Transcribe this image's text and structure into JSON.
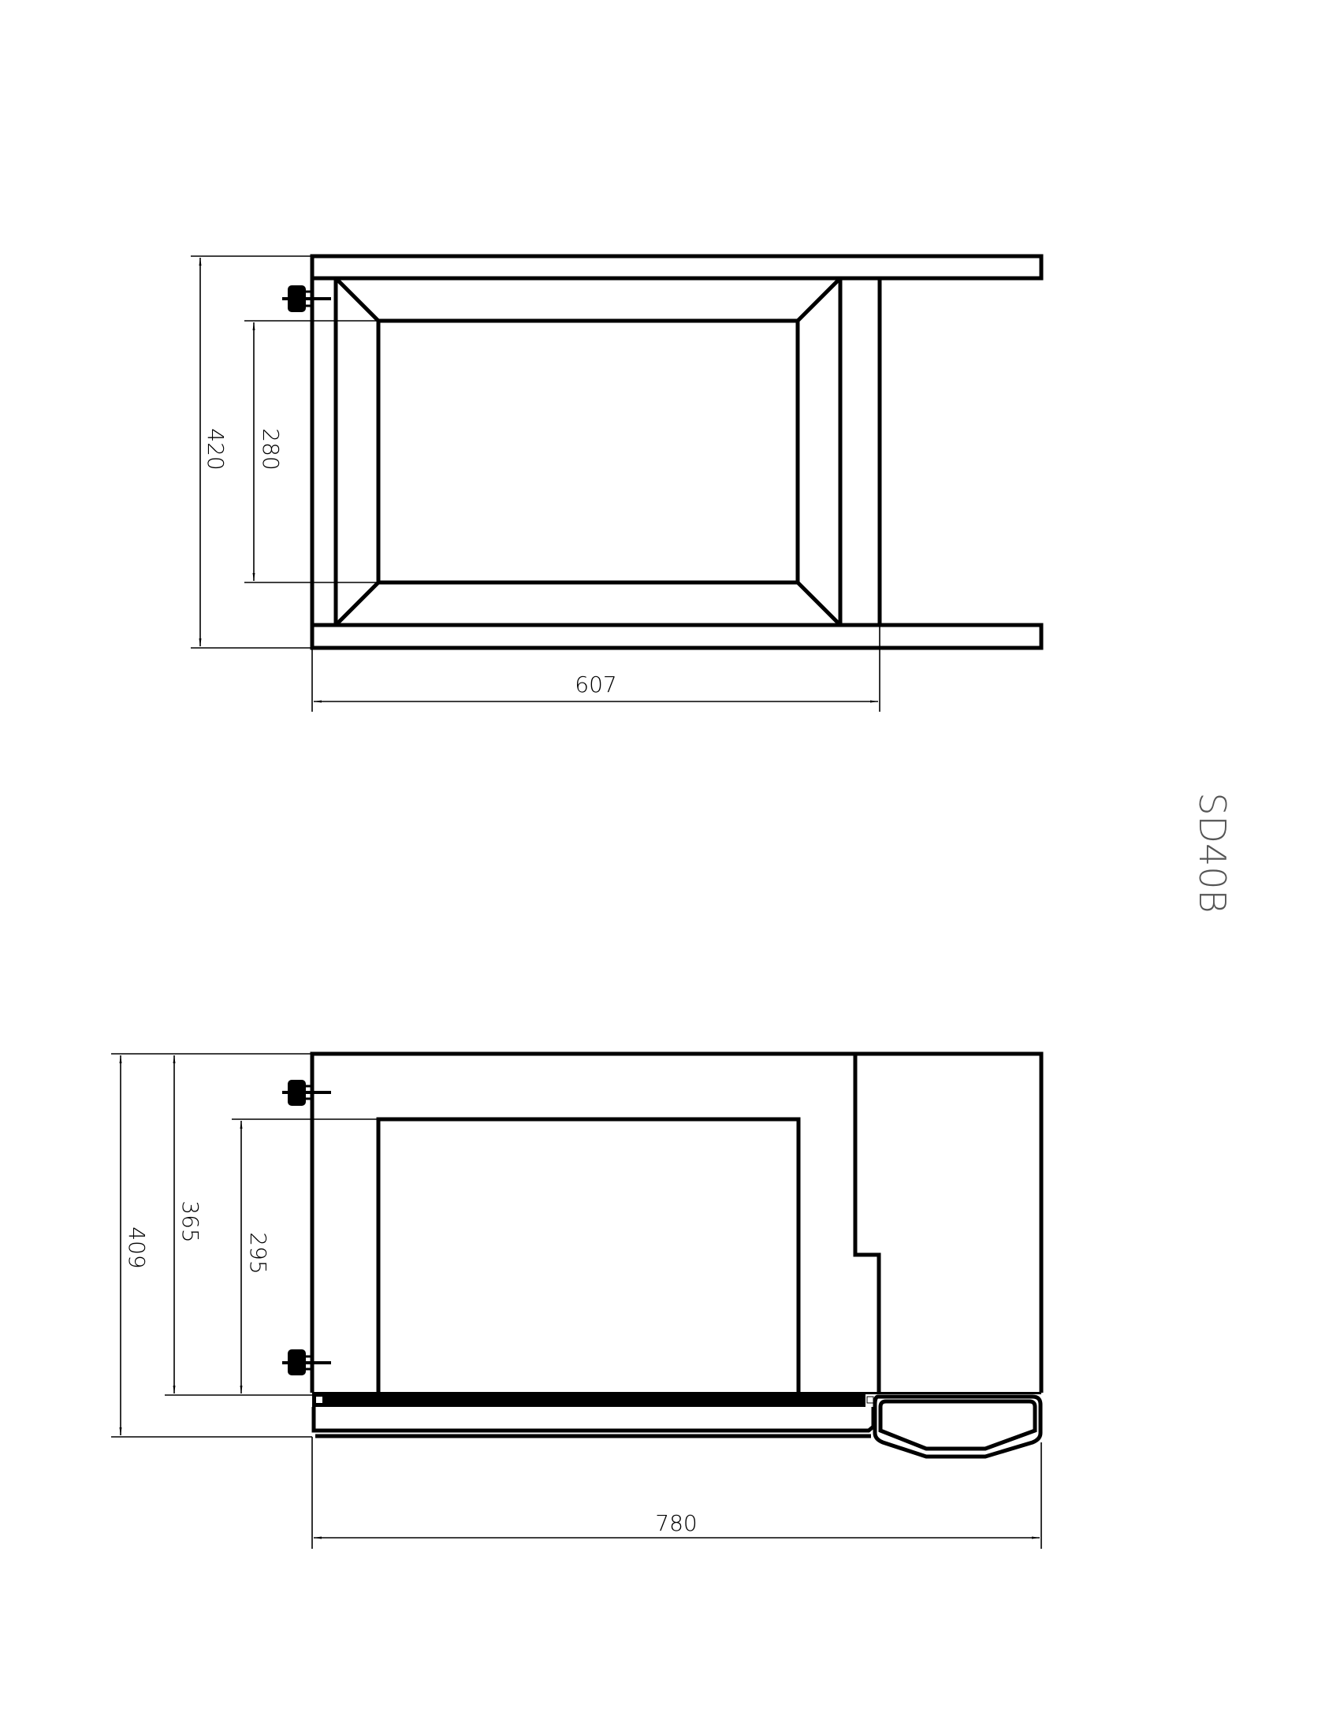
{
  "drawing": {
    "model_label": "SD40B",
    "top_view": {
      "dimensions": {
        "overall_height": "420",
        "inner_height": "280",
        "width": "607"
      }
    },
    "front_view": {
      "dimensions": {
        "overall_height": "409",
        "body_height": "365",
        "opening_height": "295",
        "overall_width": "780"
      }
    },
    "colors": {
      "line": "#000000",
      "background": "#ffffff"
    }
  }
}
